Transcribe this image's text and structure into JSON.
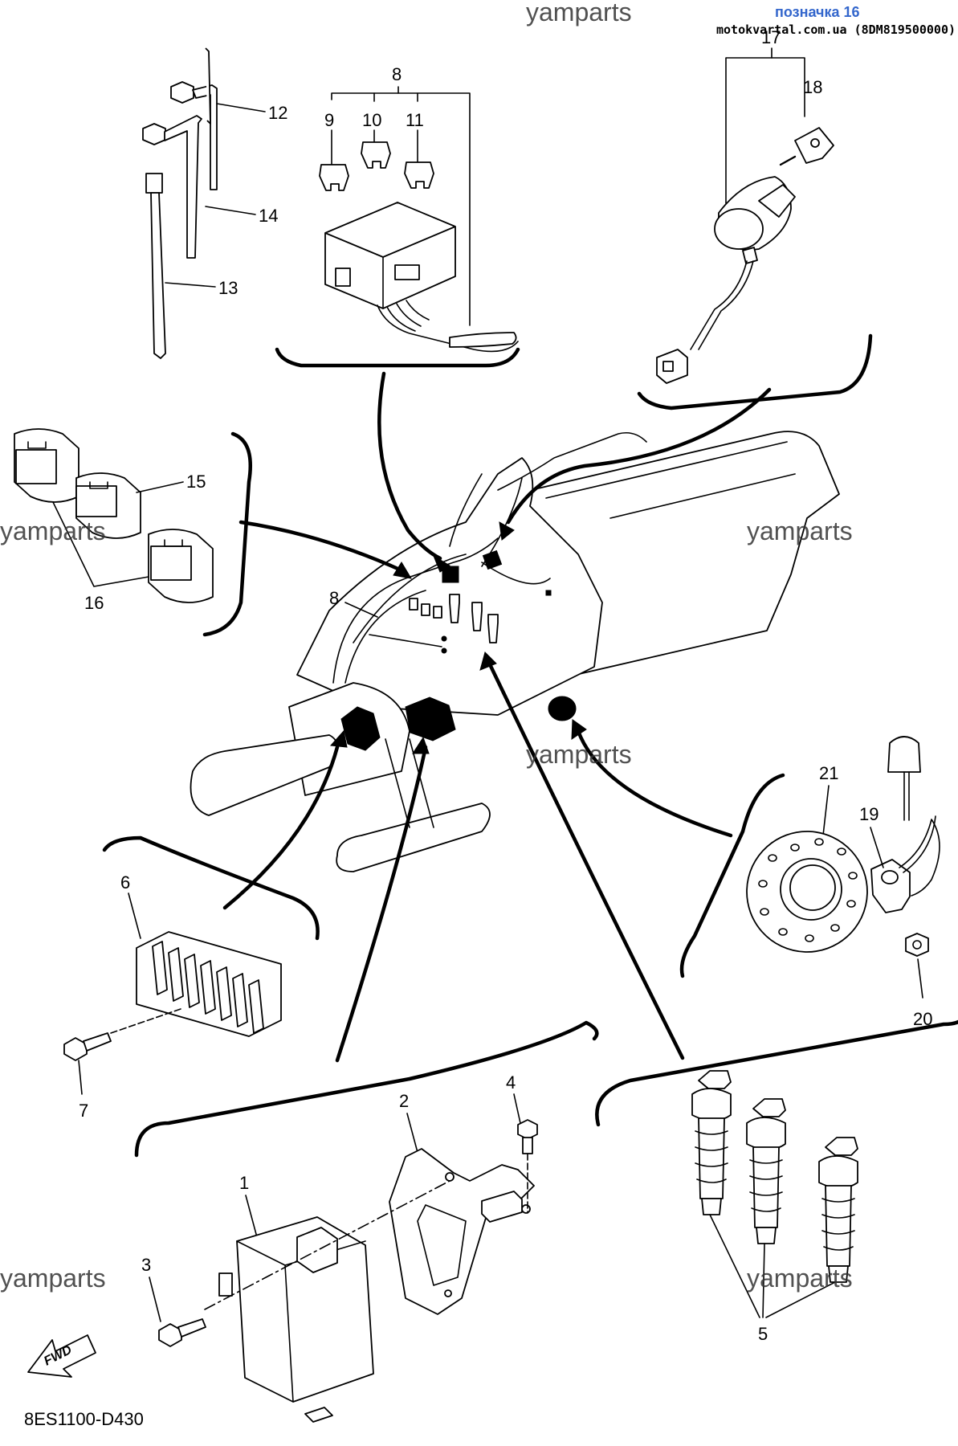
{
  "header": {
    "watermark_top": "yamparts",
    "tag": "позначка 16",
    "site": "motokvartal.com.ua (8DM819500000)"
  },
  "watermarks": [
    "yamparts",
    "yamparts",
    "yamparts",
    "yamparts",
    "yamparts"
  ],
  "callouts": {
    "p1": "1",
    "p2": "2",
    "p3": "3",
    "p4": "4",
    "p5": "5",
    "p6": "6",
    "p7": "7",
    "p8_top": "8",
    "p8_mid": "8",
    "p9": "9",
    "p10": "10",
    "p11": "11",
    "p12": "12",
    "p13": "13",
    "p14": "14",
    "p15": "15",
    "p16": "16",
    "p17": "17",
    "p18": "18",
    "p19": "19",
    "p20": "20",
    "p21": "21"
  },
  "fwd_label": "FWD",
  "drawing_code": "8ES1100-D430"
}
